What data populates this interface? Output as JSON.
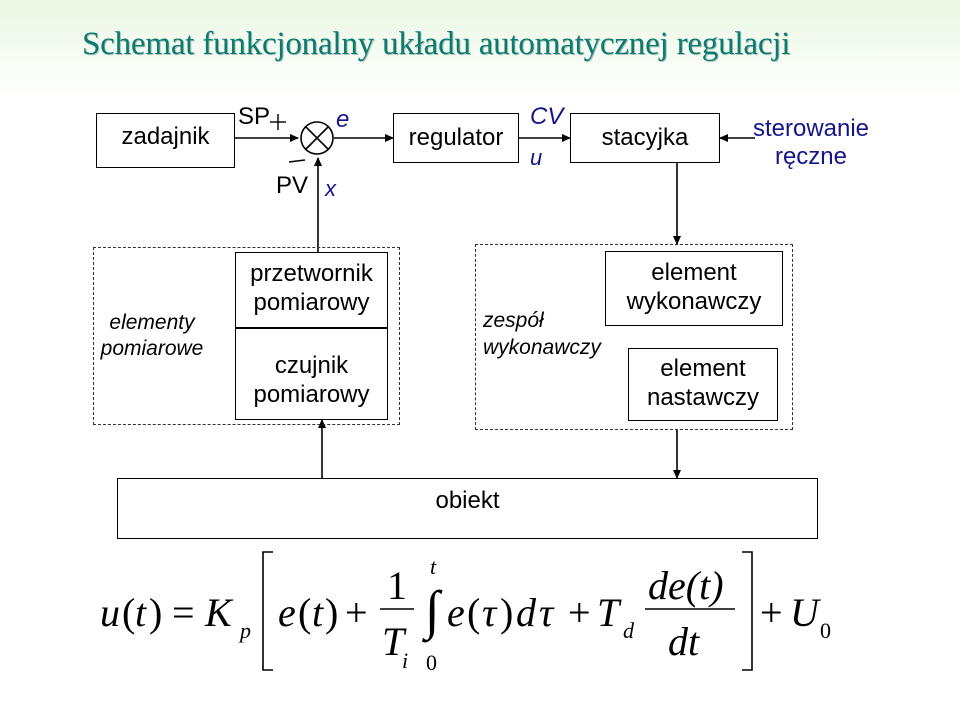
{
  "title": "Schemat funkcjonalny układu automatycznej regulacji",
  "top_row": {
    "zadajnik": "zadajnik",
    "sp": "SP",
    "pv": "PV",
    "e": "e",
    "x": "x",
    "regulator": "regulator",
    "cv": "CV",
    "u": "u",
    "stacyjka": "stacyjka",
    "sterowanie_line1": "sterowanie",
    "sterowanie_line2": "ręczne"
  },
  "measurement_group": {
    "group_label_line1": "elementy",
    "group_label_line2": "pomiarowe",
    "przetwornik_line1": "przetwornik",
    "przetwornik_line2": "pomiarowy",
    "czujnik_line1": "czujnik",
    "czujnik_line2": "pomiarowy"
  },
  "actuator_group": {
    "group_label_line1": "zespół",
    "group_label_line2": "wykonawczy",
    "element_wyk_line1": "element",
    "element_wyk_line2": "wykonawczy",
    "element_nast_line1": "element",
    "element_nast_line2": "nastawczy"
  },
  "obiekt": "obiekt",
  "formula": {
    "u": "u",
    "t": "t",
    "eq": "=",
    "K": "K",
    "p": "p",
    "e": "e",
    "plus": "+",
    "one": "1",
    "T": "T",
    "i": "i",
    "upper": "t",
    "lower": "0",
    "integral": "∫",
    "tau": "τ",
    "d": "d",
    "de_t": "de(t)",
    "dt": "dt",
    "U": "U",
    "zero": "0"
  },
  "colors": {
    "title": "#0d7a6f",
    "signal_labels": "#15158a"
  }
}
